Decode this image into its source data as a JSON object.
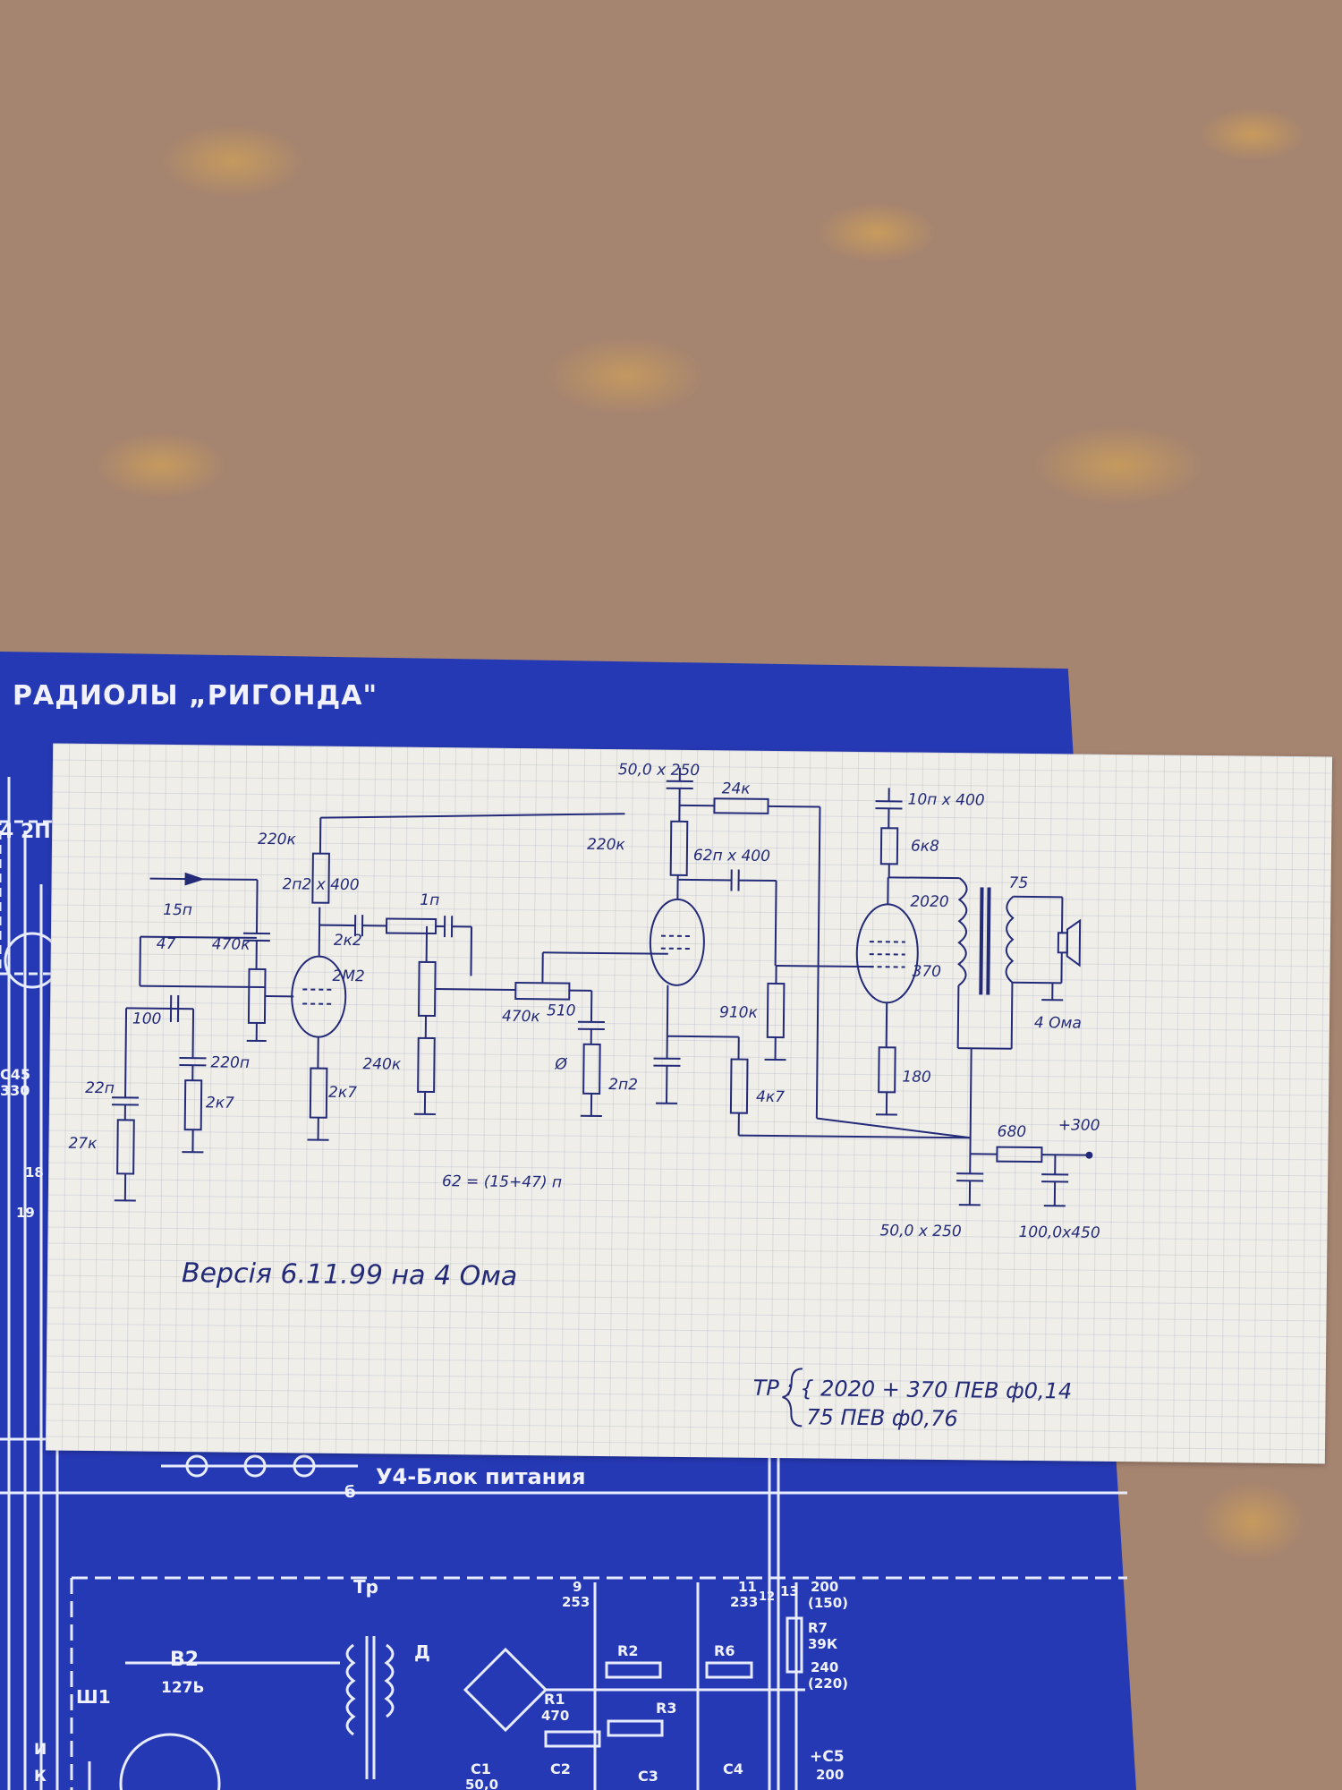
{
  "blueprint": {
    "title": "РАДИОЛЫ „РИГОНДА\"",
    "block_label": "У4-Блок питания",
    "labels": {
      "tube": "4 2П",
      "c45": "С45",
      "c45_val": "330",
      "pin18": "18",
      "pin19": "19",
      "tr": "Тр",
      "d": "Д",
      "b2": "В2",
      "b2_val": "127Ь",
      "sh1": "Ш1",
      "n9": "9",
      "v253": "253",
      "n11": "11",
      "v233": "233",
      "n12": "12",
      "n13": "13",
      "v200": "200",
      "v150": "(150)",
      "r7": "R7",
      "r7_val": "39К",
      "v240": "240",
      "v220": "(220)",
      "r2": "R2",
      "r6": "R6",
      "r1": "R1",
      "r1_val": "470",
      "r3": "R3",
      "c1": "С1",
      "c1_val": "50,0",
      "c2": "С2",
      "c3": "С3",
      "c4": "С4",
      "c5": "+С5",
      "c5_val": "200",
      "b": "б",
      "i": "И",
      "k": "К"
    }
  },
  "paper": {
    "labels": {
      "c_top": "50,0 x 250",
      "r_24k": "24к",
      "c_10n": "10п x 400",
      "r_6k8": "6к8",
      "r_220k_a": "220к",
      "r_220k_b": "220к",
      "c_2n2x400": "2п2 x 400",
      "c_1n": "1п",
      "c_62n": "62п x 400",
      "c_15n": "15п",
      "c_47": "47",
      "r_470k_a": "470к",
      "r_2k2": "2к2",
      "r_2m2": "2М2",
      "c_100": "100",
      "r_470k_b": "470к",
      "c_510": "510",
      "r_910k": "910к",
      "w_2020": "2020",
      "w_75": "75",
      "w_370": "370",
      "spk": "4 Ома",
      "c_220n": "220п",
      "r_2k7_a": "2к7",
      "r_2k7_b": "2к7",
      "r_240k": "240к",
      "c_22n": "22п",
      "r_27k": "27к",
      "c_2n2": "2п2",
      "r_4k7": "4к7",
      "r_180": "180",
      "zero": "Ø",
      "r_680": "680",
      "v_300": "+300",
      "c_50x250": "50,0 x 250",
      "c_100x450": "100,0x450",
      "formula": "62 = (15+47) п",
      "version": "Версія 6.11.99 на 4 Ома",
      "tr_line1": "ТР : { 2020 + 370  ПЕВ ф0,14",
      "tr_line2": "75   ПЕВ  ф0,76"
    }
  }
}
